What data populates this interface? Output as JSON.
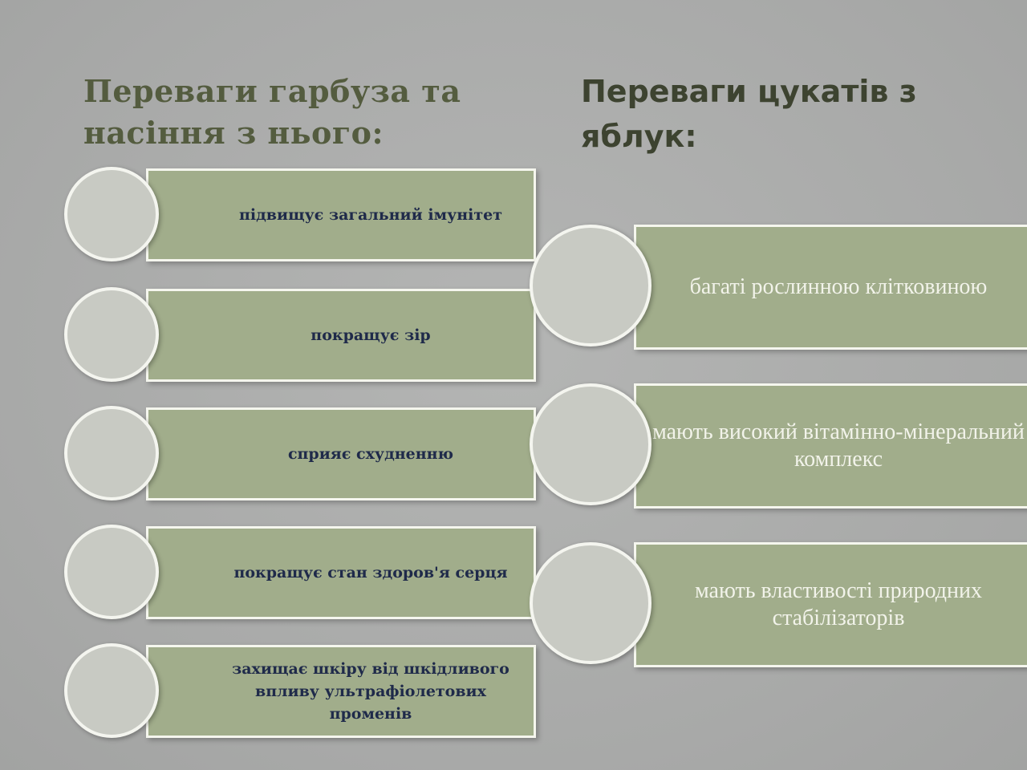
{
  "left_column": {
    "title": "Переваги гарбуза та насіння з нього:",
    "items": [
      {
        "label": "підвищує загальний імунітет"
      },
      {
        "label": "покращує зір"
      },
      {
        "label": "сприяє схудненню"
      },
      {
        "label": "покращує стан здоров'я серця"
      },
      {
        "label": "захищає шкіру від шкідливого впливу ультрафіолетових променів"
      }
    ]
  },
  "right_column": {
    "title": "Переваги цукатів з яблук:",
    "items": [
      {
        "label": "багаті рослинною клітковиною"
      },
      {
        "label": "мають високий вітамінно-мінеральний комплекс"
      },
      {
        "label": "мають властивості природних стабілізаторів"
      }
    ]
  },
  "colors": {
    "background": "#a9aaa9",
    "box_fill": "#a1ad8b",
    "box_border": "#f5f6ee",
    "circle_fill": "#c8cac3",
    "left_title": "#545c3f",
    "right_title": "#3d4330",
    "left_text": "#1f2a4a",
    "right_text": "#f2f3ea"
  }
}
